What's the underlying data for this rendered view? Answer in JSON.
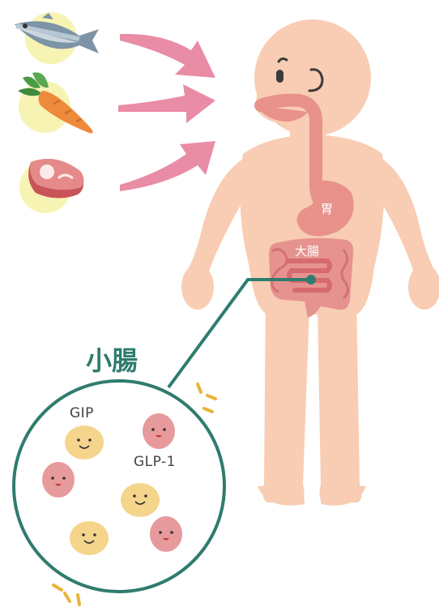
{
  "labels": {
    "stomach": "胃",
    "large_intestine": "大腸",
    "small_intestine": "小腸",
    "gip": "GIP",
    "glp1": "GLP-1"
  },
  "foods": [
    "fish-icon",
    "carrot-icon",
    "meat-icon"
  ],
  "colors": {
    "skin": "#f8cdb3",
    "organ": "#e8928b",
    "arrow": "#e98ca6",
    "food_circle": "#f7f3b3",
    "teal": "#2f7c6e",
    "gip_cell": "#f4d58b",
    "glp1_cell": "#e79a9c"
  }
}
